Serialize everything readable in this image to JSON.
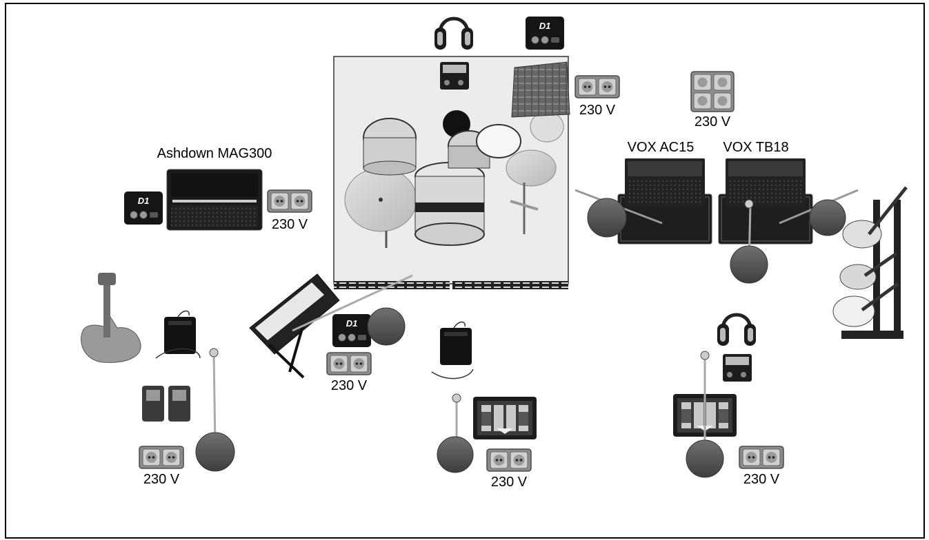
{
  "amp_labels": {
    "bass": "Ashdown MAG300",
    "guitar_left": "VOX AC15",
    "guitar_right": "VOX TB18"
  },
  "power_label": "230 V",
  "icons": {
    "drum_riser": "drum-riser-icon",
    "drum_kit": "drum-kit-icon",
    "headphones": "headphones-icon",
    "di_box": "di-box-icon",
    "headphone_amp": "headphone-amp-icon",
    "music_stand": "music-stand-icon",
    "power_outlet": "power-outlet-icon",
    "bass_amp": "bass-amp-icon",
    "guitar_amp": "guitar-amp-icon",
    "mic_stand": "mic-stand-icon",
    "wireless_bodypack": "wireless-bodypack-icon",
    "keyboard": "keyboard-on-stand-icon",
    "bass_guitar": "bass-guitar-icon",
    "pedals": "effect-pedals-icon",
    "pedalboard": "pedalboard-icon",
    "guitar_rack": "guitar-rack-icon"
  },
  "colors": {
    "border": "#000000",
    "riser": "#ececec",
    "dark_gear": "#1a1a1a",
    "mic_base": "#5a5a5a",
    "outlet": "#8c8c8c"
  }
}
